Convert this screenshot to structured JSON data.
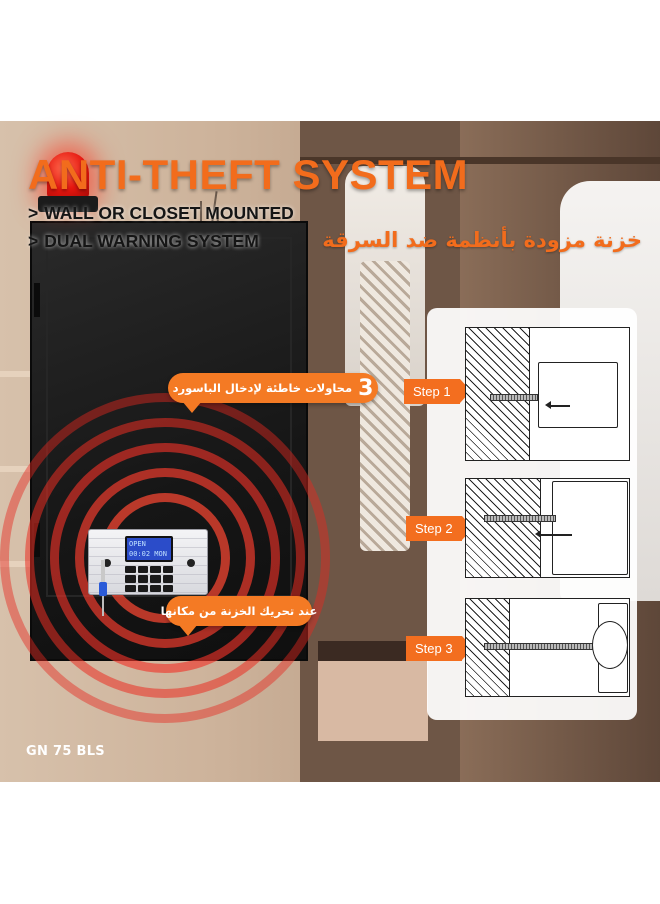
{
  "headline": {
    "title": "ANTI-THEFT SYSTEM",
    "bullets": [
      {
        "marker": ">",
        "text": "WALL OR CLOSET MOUNTED"
      },
      {
        "marker": ">",
        "text": "DUAL WARNING SYSTEM"
      }
    ],
    "arabic_subtitle": "خزنة مزودة بأنظمة ضد السرقة"
  },
  "callouts": {
    "wrong_attempts": {
      "number": "3",
      "text": "محاولات خاطئة لإدخال الباسورد"
    },
    "on_move": {
      "text": "عند تحريك الخزنة من مكانها"
    }
  },
  "safe": {
    "model_label": "GN 75 BLS",
    "lcd_line1": "OPEN",
    "lcd_line2": "00:02 MON"
  },
  "steps": [
    {
      "label": "Step 1"
    },
    {
      "label": "Step 2"
    },
    {
      "label": "Step 3"
    }
  ],
  "colors": {
    "accent": "#f26c1c",
    "warning_red": "#e5160f",
    "safe_body": "#161616"
  },
  "icons": {
    "siren": "siren-icon",
    "bullet_marker": "chevron-right-icon"
  }
}
